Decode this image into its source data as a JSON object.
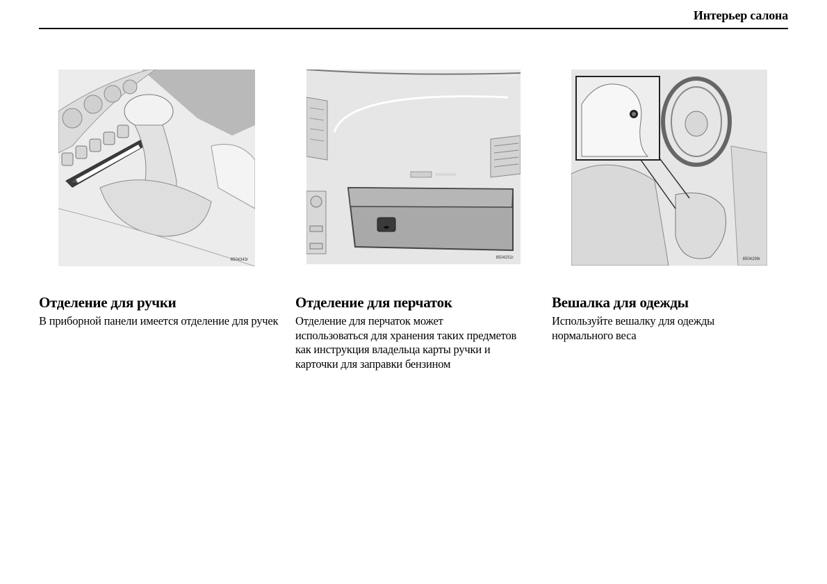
{
  "header": {
    "title": "Интерьер салона"
  },
  "figures": [
    {
      "code": "8504343r"
    },
    {
      "code": "8504251r"
    },
    {
      "code": "8504299r"
    }
  ],
  "sections": [
    {
      "title": "Отделение для ручки",
      "body": "В приборной панели имеется отделение для ручек"
    },
    {
      "title": "Отделение для перчаток",
      "body": "Отделение для перчаток может использоваться для хранения таких предметов  как инструкция владельца карты  ручки и карточки для заправки бензином"
    },
    {
      "title": "Вешалка для одежды",
      "body": "Используйте вешалку для одежды нормального веса"
    }
  ]
}
